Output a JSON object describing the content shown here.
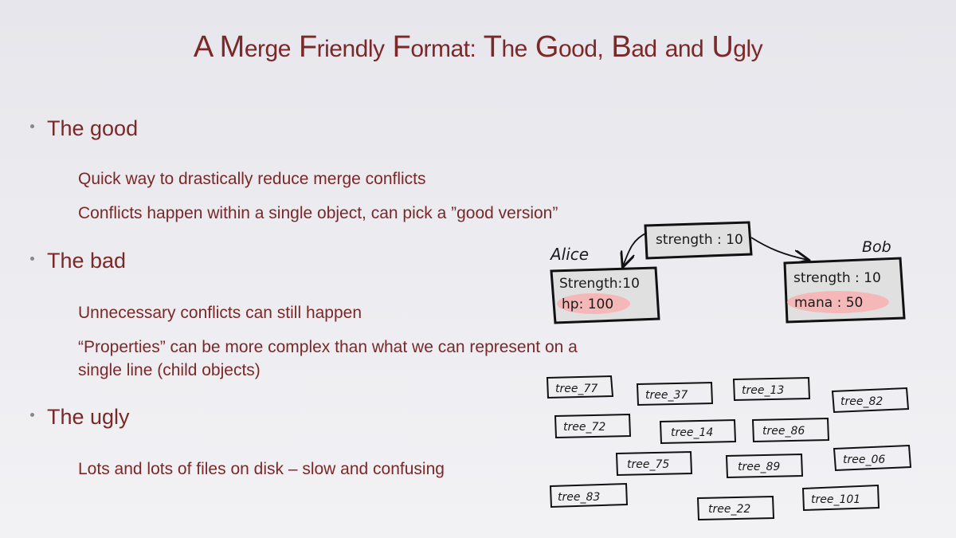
{
  "slide": {
    "title_words": [
      {
        "first": "A",
        "rest": ""
      },
      {
        "first": "M",
        "rest": "erge"
      },
      {
        "first": "F",
        "rest": "riendly"
      },
      {
        "first": "F",
        "rest": "ormat:"
      },
      {
        "first": "T",
        "rest": "he"
      },
      {
        "first": "G",
        "rest": "ood,"
      },
      {
        "first": "B",
        "rest": "ad"
      },
      {
        "first": "",
        "rest": "and"
      },
      {
        "first": "U",
        "rest": "gly"
      }
    ],
    "sections": [
      {
        "heading": "The good",
        "points": [
          "Quick way to drastically reduce merge conflicts",
          "Conflicts happen within a single object, can pick a ”good version”"
        ]
      },
      {
        "heading": "The bad",
        "points": [
          "Unnecessary conflicts can still happen",
          "“Properties” can be more complex than what we can represent on a single line (child objects)"
        ]
      },
      {
        "heading": "The ugly",
        "points": [
          "Lots and lots of files on disk – slow and confusing"
        ]
      }
    ]
  },
  "sketch": {
    "base_box": "strength : 10",
    "alice_label": "Alice",
    "bob_label": "Bob",
    "alice_box": {
      "line1": "Strength:10",
      "line2": "hp: 100"
    },
    "bob_box": {
      "line1": "strength : 10",
      "line2": "mana : 50"
    },
    "highlight_color": "#f5b8b8",
    "box_fill": "#e0e0e0",
    "files": [
      "tree_77",
      "tree_37",
      "tree_13",
      "tree_82",
      "tree_72",
      "tree_14",
      "tree_86",
      "tree_75",
      "tree_89",
      "tree_06",
      "tree_83",
      "tree_22",
      "tree_101"
    ]
  }
}
